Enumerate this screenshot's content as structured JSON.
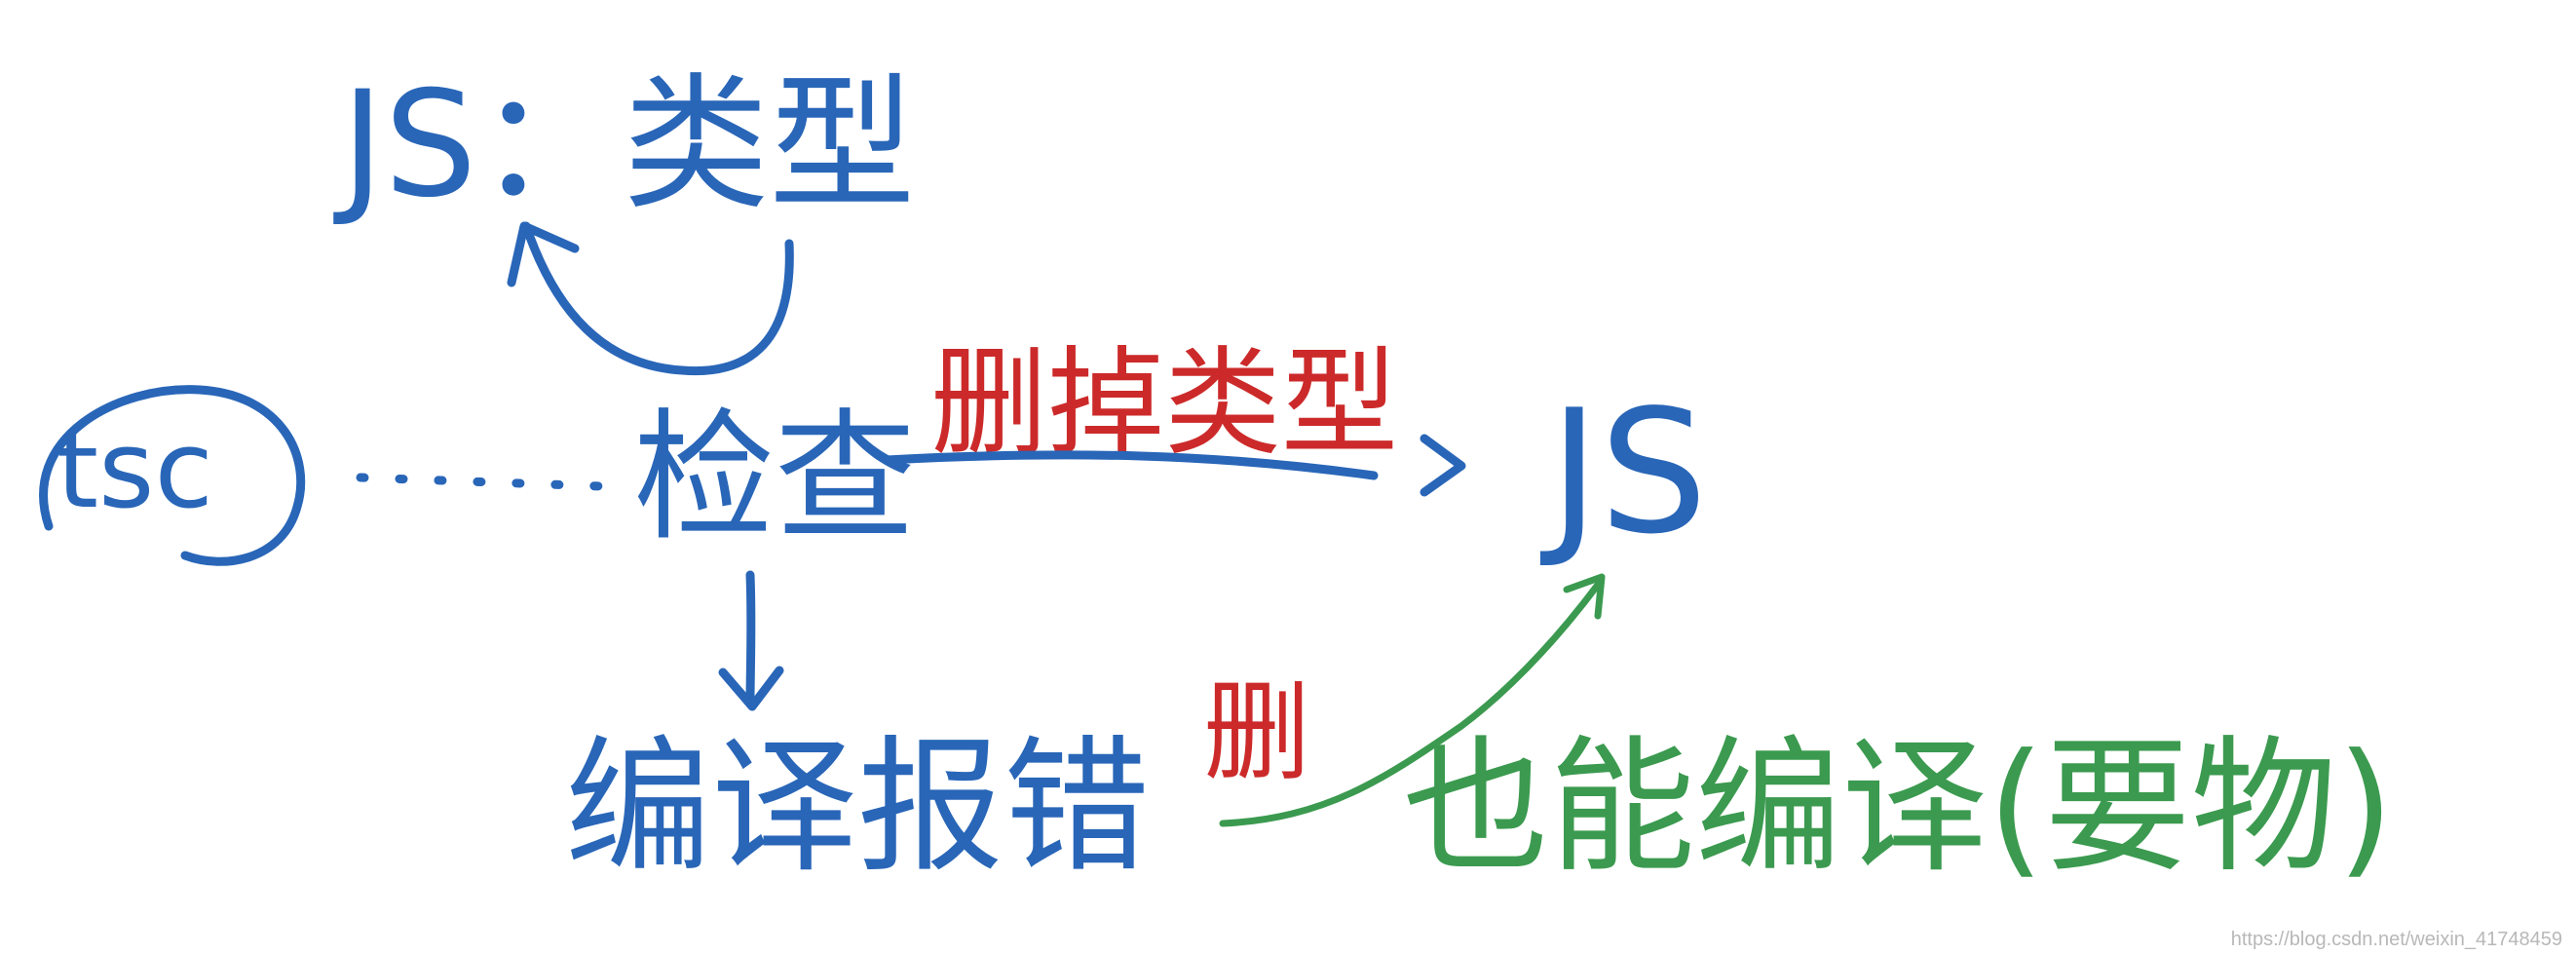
{
  "diagram": {
    "nodes": {
      "tsc": "tsc",
      "js_types": "JS：类型",
      "check": "检查",
      "js": "JS",
      "compile_error": "编译报错",
      "can_compile": "也能编译(要物)"
    },
    "edge_labels": {
      "remove_types": "删掉类型",
      "remove": "删"
    },
    "watermark": "https://blog.csdn.net/weixin_41748459"
  },
  "colors": {
    "blue": "#2966b8",
    "red": "#cc2a2a",
    "green": "#3b9a4f"
  }
}
